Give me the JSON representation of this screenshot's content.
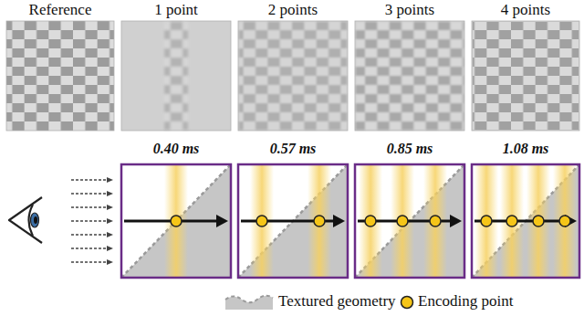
{
  "diagram": {
    "nodes": [
      {
        "text": [
          "Reference"
        ]
      },
      {
        "text": [
          "1 point"
        ]
      },
      {
        "text": [
          "2 points"
        ]
      },
      {
        "text": [
          "3 points"
        ]
      },
      {
        "text": [
          "4 points"
        ]
      },
      {
        "text": [
          "0.40 ms"
        ]
      },
      {
        "text": [
          "0.57 ms"
        ]
      },
      {
        "text": [
          "0.85 ms"
        ]
      },
      {
        "text": [
          "1.08 ms"
        ]
      }
    ],
    "legend": [
      {
        "text": "Textured geometry"
      },
      {
        "text": "Encoding point"
      }
    ]
  }
}
